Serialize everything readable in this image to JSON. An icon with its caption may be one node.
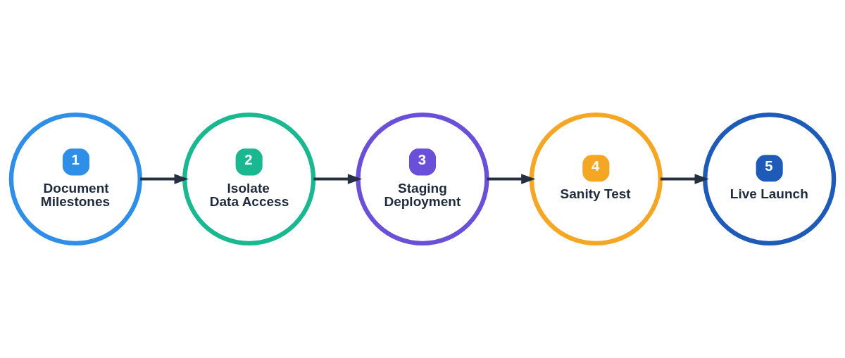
{
  "diagram": {
    "nodes": [
      {
        "text": [
          "1",
          "Document Milestones"
        ]
      },
      {
        "text": [
          "2",
          "Isolate Data Access"
        ]
      },
      {
        "text": [
          "3",
          "Staging Deployment"
        ]
      },
      {
        "text": [
          "4",
          "Sanity Test"
        ]
      },
      {
        "text": [
          "5",
          "Live Launch"
        ]
      }
    ],
    "edges": [
      {
        "from": 0,
        "to": 1,
        "arrow": "to"
      },
      {
        "from": 1,
        "to": 2,
        "arrow": "to"
      },
      {
        "from": 2,
        "to": 3,
        "arrow": "to"
      },
      {
        "from": 3,
        "to": 4,
        "arrow": "to"
      }
    ]
  }
}
